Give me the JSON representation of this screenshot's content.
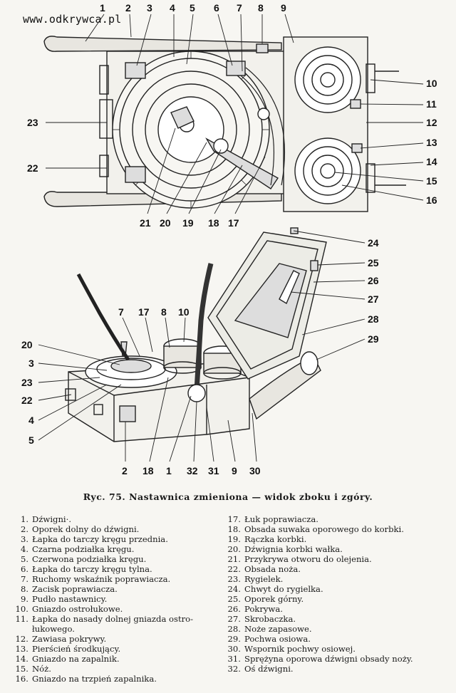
{
  "watermark": "www.odkrywca.pl",
  "caption": "Ryc. 75. Nastawnica zmieniona — widok zboku i zgóry.",
  "callouts_top": [
    "1",
    "2",
    "3",
    "4",
    "5",
    "6",
    "7",
    "8",
    "9",
    "10",
    "11",
    "23",
    "12",
    "13",
    "14",
    "22",
    "15",
    "16",
    "21",
    "20",
    "19",
    "18",
    "17"
  ],
  "callouts_bottom": [
    "24",
    "25",
    "26",
    "27",
    "28",
    "29",
    "7",
    "17",
    "8",
    "10",
    "20",
    "3",
    "23",
    "22",
    "4",
    "5",
    "2",
    "18",
    "1",
    "32",
    "31",
    "9",
    "30"
  ],
  "legend_left": [
    {
      "n": "1.",
      "t": "Dźwigni·."
    },
    {
      "n": "2.",
      "t": "Oporek dolny do dźwigni."
    },
    {
      "n": "3.",
      "t": "Łapka do tarczy kręgu przednia."
    },
    {
      "n": "4.",
      "t": "Czarna podziałka kręgu."
    },
    {
      "n": "5.",
      "t": "Czerwona podziałka kręgu."
    },
    {
      "n": "6.",
      "t": "Łapka do tarczy kręgu tylna."
    },
    {
      "n": "7.",
      "t": "Ruchomy wskaźnik poprawiacza."
    },
    {
      "n": "8.",
      "t": "Zacisk poprawiacza."
    },
    {
      "n": "9.",
      "t": "Pudło nastawnicy."
    },
    {
      "n": "10.",
      "t": "Gniazdo ostrołukowe."
    },
    {
      "n": "11.",
      "t": "Łapka do nasady dolnej gniazda ostro-łukowego."
    },
    {
      "n": "12.",
      "t": "Zawiasa pokrywy."
    },
    {
      "n": "13.",
      "t": "Pierścień środkujący."
    },
    {
      "n": "14.",
      "t": "Gniazdo na zapalnik."
    },
    {
      "n": "15.",
      "t": "Nóż."
    },
    {
      "n": "16.",
      "t": "Gniazdo na trzpień zapalnika."
    }
  ],
  "legend_right": [
    {
      "n": "17.",
      "t": "Łuk poprawiacza."
    },
    {
      "n": "18.",
      "t": "Obsada suwaka oporowego do korbki."
    },
    {
      "n": "19.",
      "t": "Rączka korbki."
    },
    {
      "n": "20.",
      "t": "Dźwignia korbki wałka."
    },
    {
      "n": "21.",
      "t": "Przykrywa otworu do olejenia."
    },
    {
      "n": "22.",
      "t": "Obsada noża."
    },
    {
      "n": "23.",
      "t": "Rygielek."
    },
    {
      "n": "24.",
      "t": "Chwyt do rygielka."
    },
    {
      "n": "25.",
      "t": "Oporek górny."
    },
    {
      "n": "26.",
      "t": "Pokrywa."
    },
    {
      "n": "27.",
      "t": "Skrobaczka."
    },
    {
      "n": "28.",
      "t": "Noże zapasowe."
    },
    {
      "n": "29.",
      "t": "Pochwa osiowa."
    },
    {
      "n": "30.",
      "t": "Wspornik pochwy osiowej."
    },
    {
      "n": "31.",
      "t": "Sprężyna oporowa dźwigni obsady noży."
    },
    {
      "n": "32.",
      "t": "Oś dźwigni."
    }
  ]
}
